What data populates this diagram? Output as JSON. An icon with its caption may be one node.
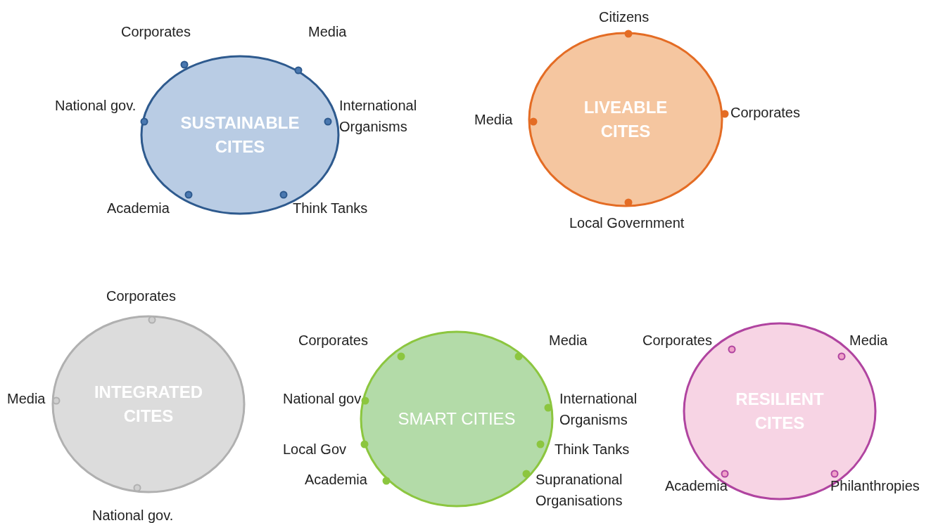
{
  "diagram": {
    "nodes": [
      {
        "text": [
          "SUSTAINABLE CITES"
        ],
        "beside": [
          "Corporates",
          "Media",
          "National gov.",
          "International Organisms",
          "Academia",
          "Think Tanks"
        ]
      },
      {
        "text": [
          "LIVEABLE CITES"
        ],
        "beside": [
          "Citizens",
          "Media",
          "Corporates",
          "Local Government"
        ]
      },
      {
        "text": [
          "INTEGRATED CITES"
        ],
        "beside": [
          "Corporates",
          "Media",
          "National gov."
        ]
      },
      {
        "text": [
          "SMART CITIES"
        ],
        "beside": [
          "Corporates",
          "Media",
          "National gov",
          "International Organisms",
          "Local Gov",
          "Think Tanks",
          "Academia",
          "Supranational Organisations"
        ]
      },
      {
        "text": [
          "RESILIENT CITES"
        ],
        "beside": [
          "Corporates",
          "Media",
          "Academia",
          "Philanthropies"
        ]
      }
    ]
  }
}
